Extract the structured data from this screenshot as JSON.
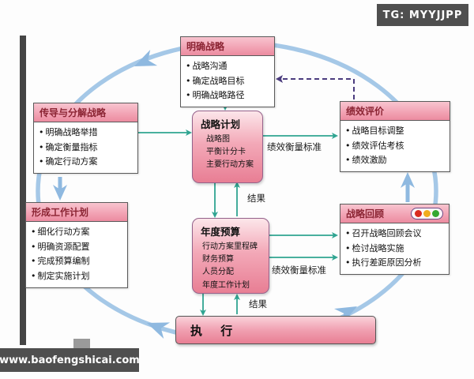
{
  "badges": {
    "tg": "TG: MYYJJPP",
    "watermark": "www.baofengshicai.com"
  },
  "boxes": {
    "clarify_strategy": {
      "title": "明确战略",
      "items": [
        "战略沟通",
        "确定战略目标",
        "明确战略路径"
      ]
    },
    "transmit_decompose": {
      "title": "传导与分解战略",
      "items": [
        "明确战略举措",
        "确定衡量指标",
        "确定行动方案"
      ]
    },
    "strategy_plan": {
      "title": "战略计划",
      "items": [
        "战略图",
        "平衡计分卡",
        "主要行动方案"
      ]
    },
    "performance_evaluation": {
      "title": "绩效评价",
      "items": [
        "战略目标调整",
        "绩效评估考核",
        "绩效激励"
      ]
    },
    "work_plan": {
      "title": "形成工作计划",
      "items": [
        "细化行动方案",
        "明确资源配置",
        "完成预算编制",
        "制定实施计划"
      ]
    },
    "annual_budget": {
      "title": "年度预算",
      "items": [
        "行动方案里程碑",
        "财务预算",
        "人员分配",
        "年度工作计划"
      ]
    },
    "strategy_review": {
      "title": "战略回顾",
      "items": [
        "召开战略回顾会议",
        "检讨战略实施",
        "执行差距原因分析"
      ]
    },
    "execute": {
      "title": "执 行"
    }
  },
  "connector_labels": {
    "measures_top": "绩效衡量标准",
    "measures_bottom": "绩效衡量标准",
    "result_top": "结果",
    "result_bottom": "结果"
  },
  "icons": {
    "traffic_light": {
      "name": "traffic-light-icon",
      "colors": [
        "#d92b1f",
        "#f0ad1d",
        "#35a830"
      ]
    }
  },
  "colors": {
    "cycle_blue": "#a5c8e7",
    "cycle_arrow": "#8fb9e0",
    "connector_teal": "#2fa491",
    "dashed_purple": "#4b3c7e",
    "header_pink": "#f2a4b5",
    "header_text": "#8b2433",
    "badge_gray": "#4f4f4f"
  }
}
